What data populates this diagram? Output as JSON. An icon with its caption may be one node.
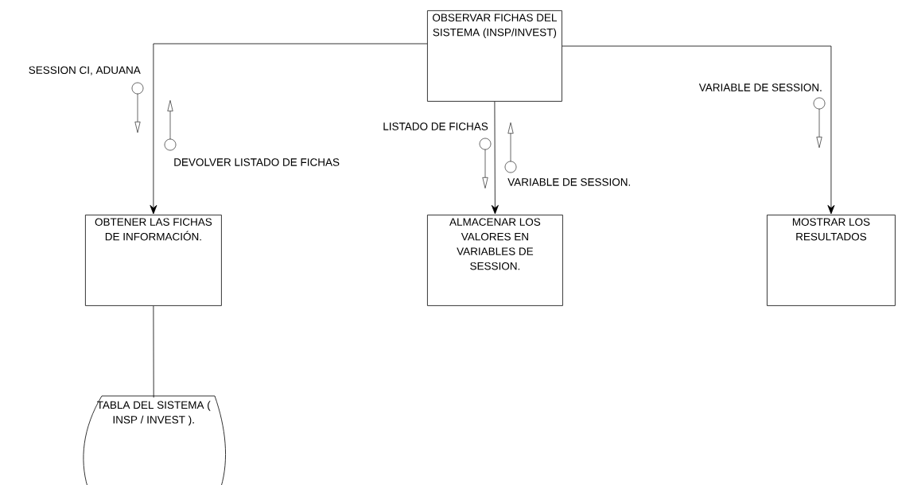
{
  "diagram": {
    "nodes": [
      {
        "text": [
          "OBSERVAR FICHAS DEL SISTEMA (INSP/INVEST)"
        ]
      },
      {
        "text": [
          "OBTENER LAS FICHAS DE INFORMACIÓN."
        ]
      },
      {
        "text": [
          "ALMACENAR LOS VALORES EN VARIABLES DE SESSION."
        ]
      },
      {
        "text": [
          "MOSTRAR LOS RESULTADOS"
        ]
      },
      {
        "text": [
          "TABLA DEL SISTEMA ( INSP / INVEST )."
        ]
      }
    ],
    "edges": [
      {
        "from": 0,
        "to": 1,
        "arrow": "to"
      },
      {
        "from": 0,
        "to": 2,
        "arrow": "to"
      },
      {
        "from": 0,
        "to": 3,
        "arrow": "to"
      },
      {
        "from": 1,
        "to": 4,
        "arrow": "none"
      }
    ],
    "labels": [
      "SESSION CI, ADUANA",
      "VARIABLE DE SESSION.",
      "LISTADO DE FICHAS",
      "DEVOLVER LISTADO DE FICHAS",
      "VARIABLE DE SESSION."
    ]
  }
}
